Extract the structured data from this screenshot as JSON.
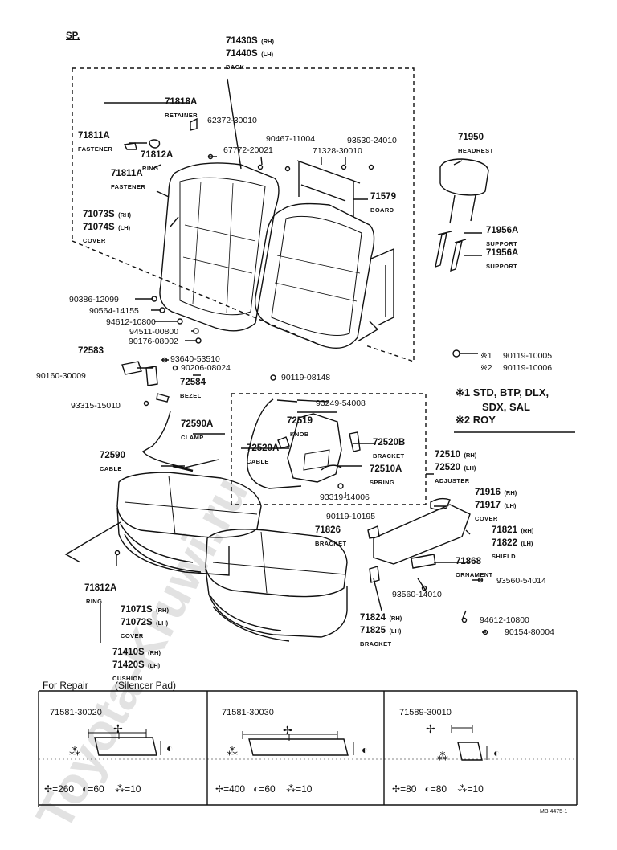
{
  "watermark": "Toyota-Kruwi.ru",
  "sp_label": "SP.",
  "back": {
    "num_rh": "71430S",
    "rh": "(RH)",
    "num_lh": "71440S",
    "lh": "(LH)",
    "name": "BACK"
  },
  "parts": {
    "retainer": {
      "num": "71818A",
      "name": "RETAINER"
    },
    "p62372": "62372-30010",
    "fastener1": {
      "num": "71811A",
      "name": "FASTENER"
    },
    "ring1": {
      "num": "71812A",
      "name": "RING"
    },
    "fastener2": {
      "num": "71811A",
      "name": "FASTENER"
    },
    "p90467": "90467-11004",
    "p93530": "93530-24010",
    "p67772": "67772-20021",
    "p71328": "71328-30010",
    "headrest": {
      "num": "71950",
      "name": "HEADREST"
    },
    "board": {
      "num": "71579",
      "name": "BOARD"
    },
    "cover_back": {
      "num_rh": "71073S",
      "rh": "(RH)",
      "num_lh": "71074S",
      "lh": "(LH)",
      "name": "COVER"
    },
    "support1": {
      "num": "71956A",
      "name": "SUPPORT"
    },
    "support2": {
      "num": "71956A",
      "name": "SUPPORT"
    },
    "p90386": "90386-12099",
    "p90564": "90564-14155",
    "p94612a": "94612-10800",
    "p94511": "94511-00800",
    "p90176": "90176-08002",
    "knob72583": "72583",
    "p93640": "93640-53510",
    "p90206": "90206-08024",
    "p90160": "90160-30009",
    "bezel": {
      "num": "72584",
      "name": "BEZEL"
    },
    "p90119_08148": "90119-08148",
    "p93315": "93315-15010",
    "p93249": "93249-54008",
    "knob72519": {
      "num": "72519",
      "name": "KNOB"
    },
    "clamp": {
      "num": "72590A",
      "name": "CLAMP"
    },
    "cable72520A": {
      "num": "72520A",
      "name": "CABLE"
    },
    "bracket72520B": {
      "num": "72520B",
      "name": "BRACKET"
    },
    "adjuster": {
      "num_rh": "72510",
      "rh": "(RH)",
      "num_lh": "72520",
      "lh": "(LH)",
      "name": "ADJUSTER"
    },
    "spring": {
      "num": "72510A",
      "name": "SPRING"
    },
    "cable72590": {
      "num": "72590",
      "name": "CABLE"
    },
    "p93319": "93319-14006",
    "p90119_10195": "90119-10195",
    "cover71916": {
      "num_rh": "71916",
      "rh": "(RH)",
      "num_lh": "71917",
      "lh": "(LH)",
      "name": "COVER"
    },
    "bracket71826": {
      "num": "71826",
      "name": "BRACKET"
    },
    "shield": {
      "num_rh": "71821",
      "rh": "(RH)",
      "num_lh": "71822",
      "lh": "(LH)",
      "name": "SHIELD"
    },
    "ornament": {
      "num": "71868",
      "name": "ORNAMENT"
    },
    "ring2": {
      "num": "71812A",
      "name": "RING"
    },
    "p93560_54014": "93560-54014",
    "p93560_14010": "93560-14010",
    "cover_cushion": {
      "num_rh": "71071S",
      "rh": "(RH)",
      "num_lh": "71072S",
      "lh": "(LH)",
      "name": "COVER"
    },
    "bracket71824": {
      "num_rh": "71824",
      "rh": "(RH)",
      "num_lh": "71825",
      "lh": "(LH)",
      "name": "BRACKET"
    },
    "p94612b": "94612-10800",
    "p90154": "90154-80004",
    "cushion": {
      "num_rh": "71410S",
      "rh": "(RH)",
      "num_lh": "71420S",
      "lh": "(LH)",
      "name": "CUSHION"
    }
  },
  "bolts": {
    "b1": {
      "mark": "※1",
      "num": "90119-10005"
    },
    "b2": {
      "mark": "※2",
      "num": "90119-10006"
    }
  },
  "notes": {
    "n1a": "※1  STD, BTP, DLX,",
    "n1b": "SDX, SAL",
    "n2": "※2  ROY"
  },
  "repair": {
    "title": "For Repair",
    "subtitle": "(Silencer Pad)",
    "boxes": [
      {
        "code": "71581-30020",
        "len": "=260",
        "thick": "=60",
        "qty": "=10"
      },
      {
        "code": "71581-30030",
        "len": "=400",
        "thick": "=60",
        "qty": "=10"
      },
      {
        "code": "71589-30010",
        "len": "=80",
        "thick": "=80",
        "qty": "=10"
      }
    ]
  },
  "footer_code": "MB 4475-1",
  "symbols": {
    "length": "length-icon",
    "thickness": "thickness-icon",
    "quantity": "quantity-icon"
  }
}
